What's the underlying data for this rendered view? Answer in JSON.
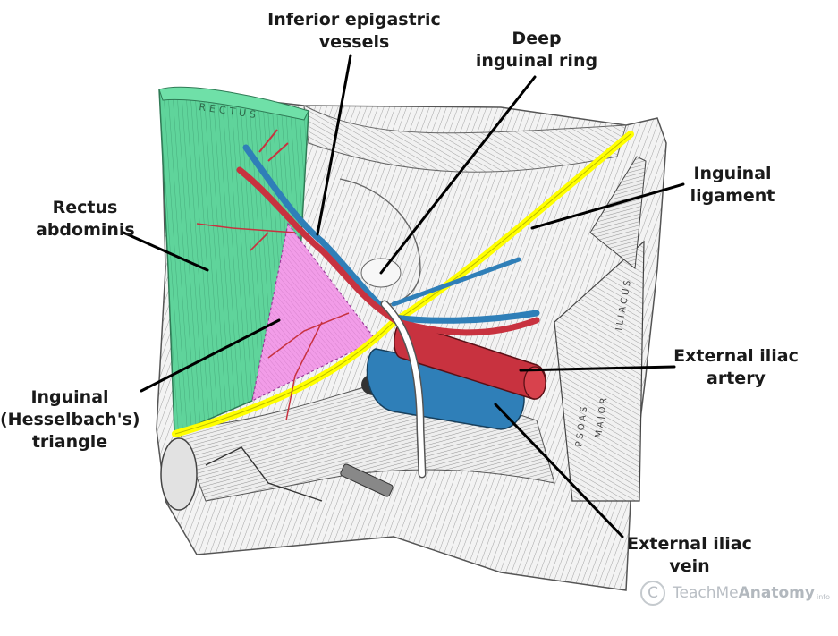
{
  "labels": {
    "inferior_epigastric": [
      "Inferior epigastric",
      "vessels"
    ],
    "deep_ring": [
      "Deep",
      "inguinal ring"
    ],
    "inguinal_ligament": [
      "Inguinal",
      "ligament"
    ],
    "rectus": [
      "Rectus",
      "abdominis"
    ],
    "external_iliac_artery": [
      "External iliac",
      "artery"
    ],
    "hesselbach": [
      "Inguinal",
      "(Hesselbach's)",
      "triangle"
    ],
    "external_iliac_vein": [
      "External iliac",
      "vein"
    ]
  },
  "engraved_text": {
    "rectus": "RECTUS",
    "iliacus": "ILIACUS",
    "psoas": "PSOAS",
    "major": "MAJOR"
  },
  "watermark": {
    "symbol": "C",
    "brand_plain": "TeachMe",
    "brand_bold": "Anatomy",
    "suffix": "info"
  },
  "colors": {
    "rectus_fill": "#5fd49b",
    "triangle_fill": "#f29ce8",
    "ligament_yellow": "#ffff00",
    "artery_red": "#c8323f",
    "vein_blue": "#2f7fb8",
    "label_text": "#1a1a1a"
  }
}
